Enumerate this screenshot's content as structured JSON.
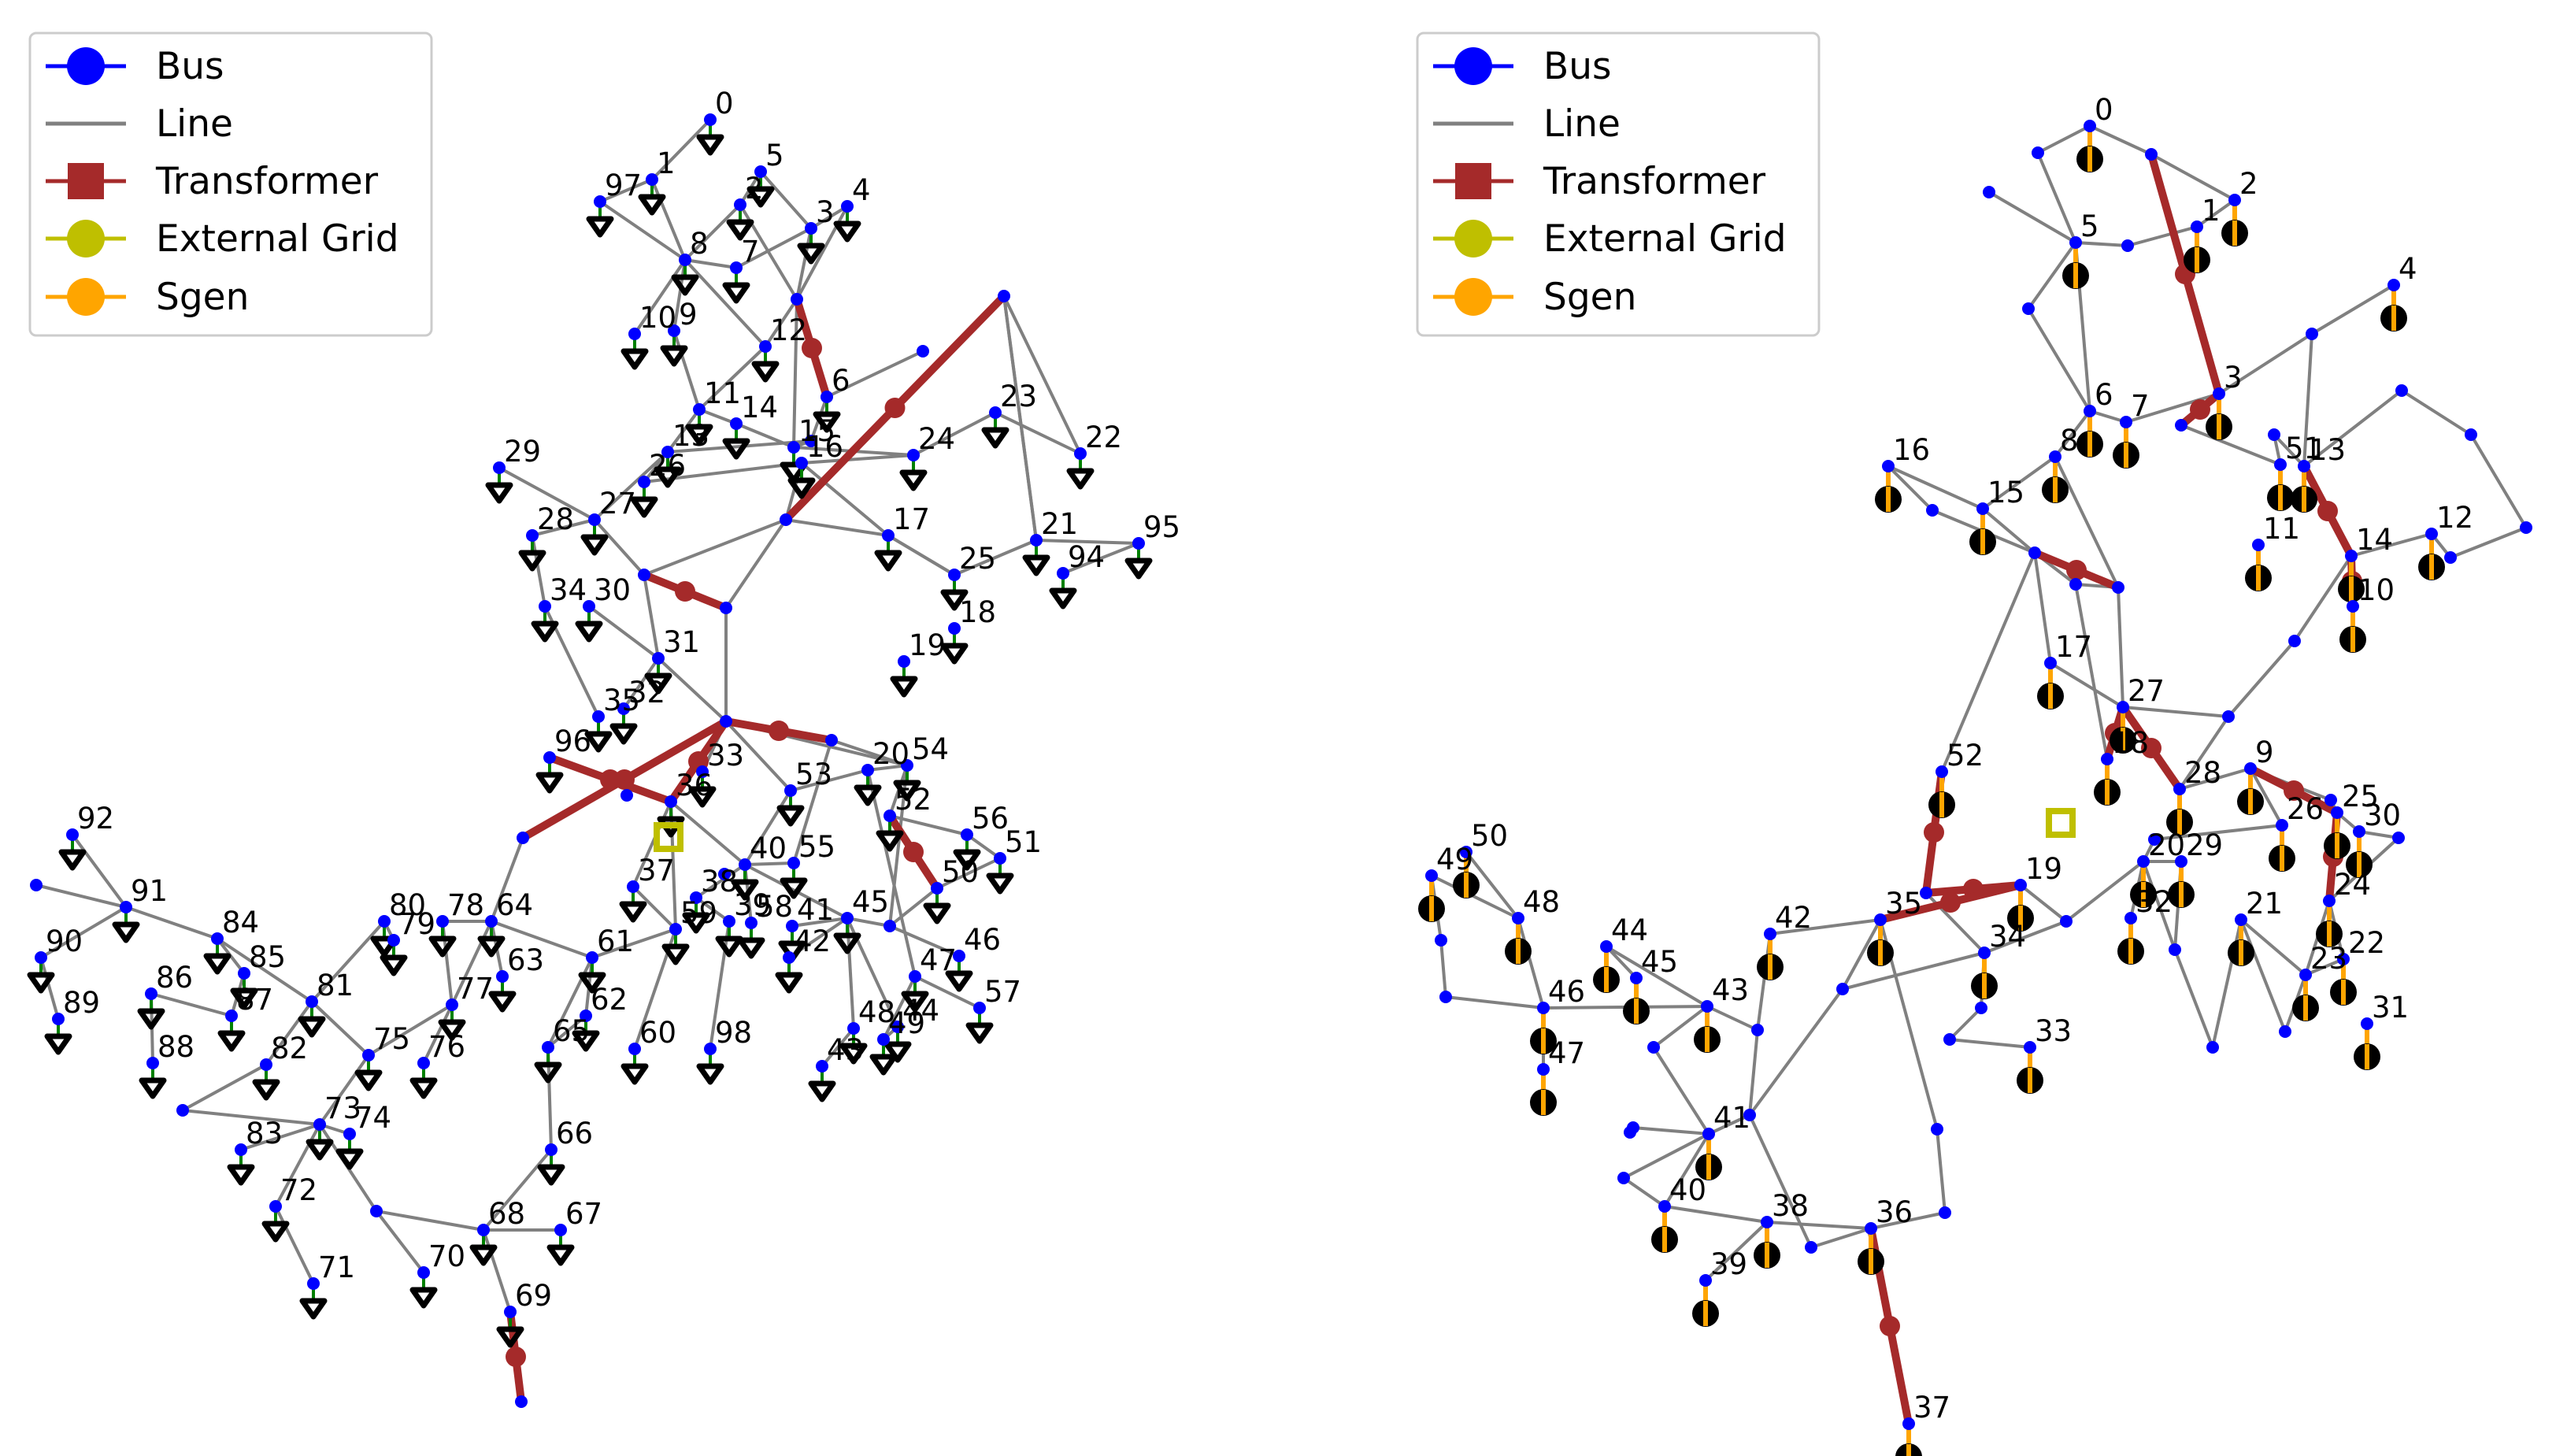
{
  "colors": {
    "bus": "#0000ff",
    "line": "#808080",
    "transformer": "#a52a2a",
    "external_grid": "#bfbf00",
    "sgen": "#ffa500",
    "load_stem": "#008000",
    "load_marker": "#000000"
  },
  "legend": {
    "bus": "Bus",
    "line": "Line",
    "transformer": "Transformer",
    "external_grid": "External Grid",
    "sgen": "Sgen"
  },
  "left_network": {
    "bus_labels": [
      "0",
      "1",
      "2",
      "3",
      "4",
      "5",
      "6",
      "7",
      "8",
      "9",
      "10",
      "11",
      "12",
      "13",
      "14",
      "15",
      "16",
      "17",
      "18",
      "19",
      "20",
      "21",
      "22",
      "23",
      "24",
      "25",
      "26",
      "27",
      "28",
      "29",
      "30",
      "31",
      "32",
      "33",
      "34",
      "35",
      "36",
      "37",
      "38",
      "39",
      "40",
      "41",
      "42",
      "43",
      "44",
      "45",
      "46",
      "47",
      "48",
      "49",
      "50",
      "51",
      "52",
      "53",
      "54",
      "55",
      "56",
      "57",
      "58",
      "59",
      "60",
      "61",
      "62",
      "63",
      "64",
      "65",
      "66",
      "67",
      "68",
      "69",
      "70",
      "71",
      "72",
      "73",
      "74",
      "75",
      "76",
      "77",
      "78",
      "79",
      "80",
      "81",
      "82",
      "83",
      "84",
      "85",
      "86",
      "87",
      "88",
      "89",
      "90",
      "91",
      "92",
      "94",
      "95",
      "96",
      "97",
      "98"
    ]
  },
  "right_network": {
    "bus_labels": [
      "0",
      "1",
      "2",
      "3",
      "4",
      "5",
      "6",
      "7",
      "8",
      "9",
      "10",
      "11",
      "12",
      "13",
      "14",
      "15",
      "16",
      "17",
      "18",
      "19",
      "20",
      "21",
      "22",
      "23",
      "24",
      "25",
      "26",
      "27",
      "28",
      "29",
      "30",
      "31",
      "32",
      "33",
      "34",
      "35",
      "36",
      "37",
      "38",
      "39",
      "40",
      "41",
      "42",
      "43",
      "44",
      "45",
      "46",
      "47",
      "48",
      "49",
      "50",
      "51",
      "52"
    ]
  }
}
